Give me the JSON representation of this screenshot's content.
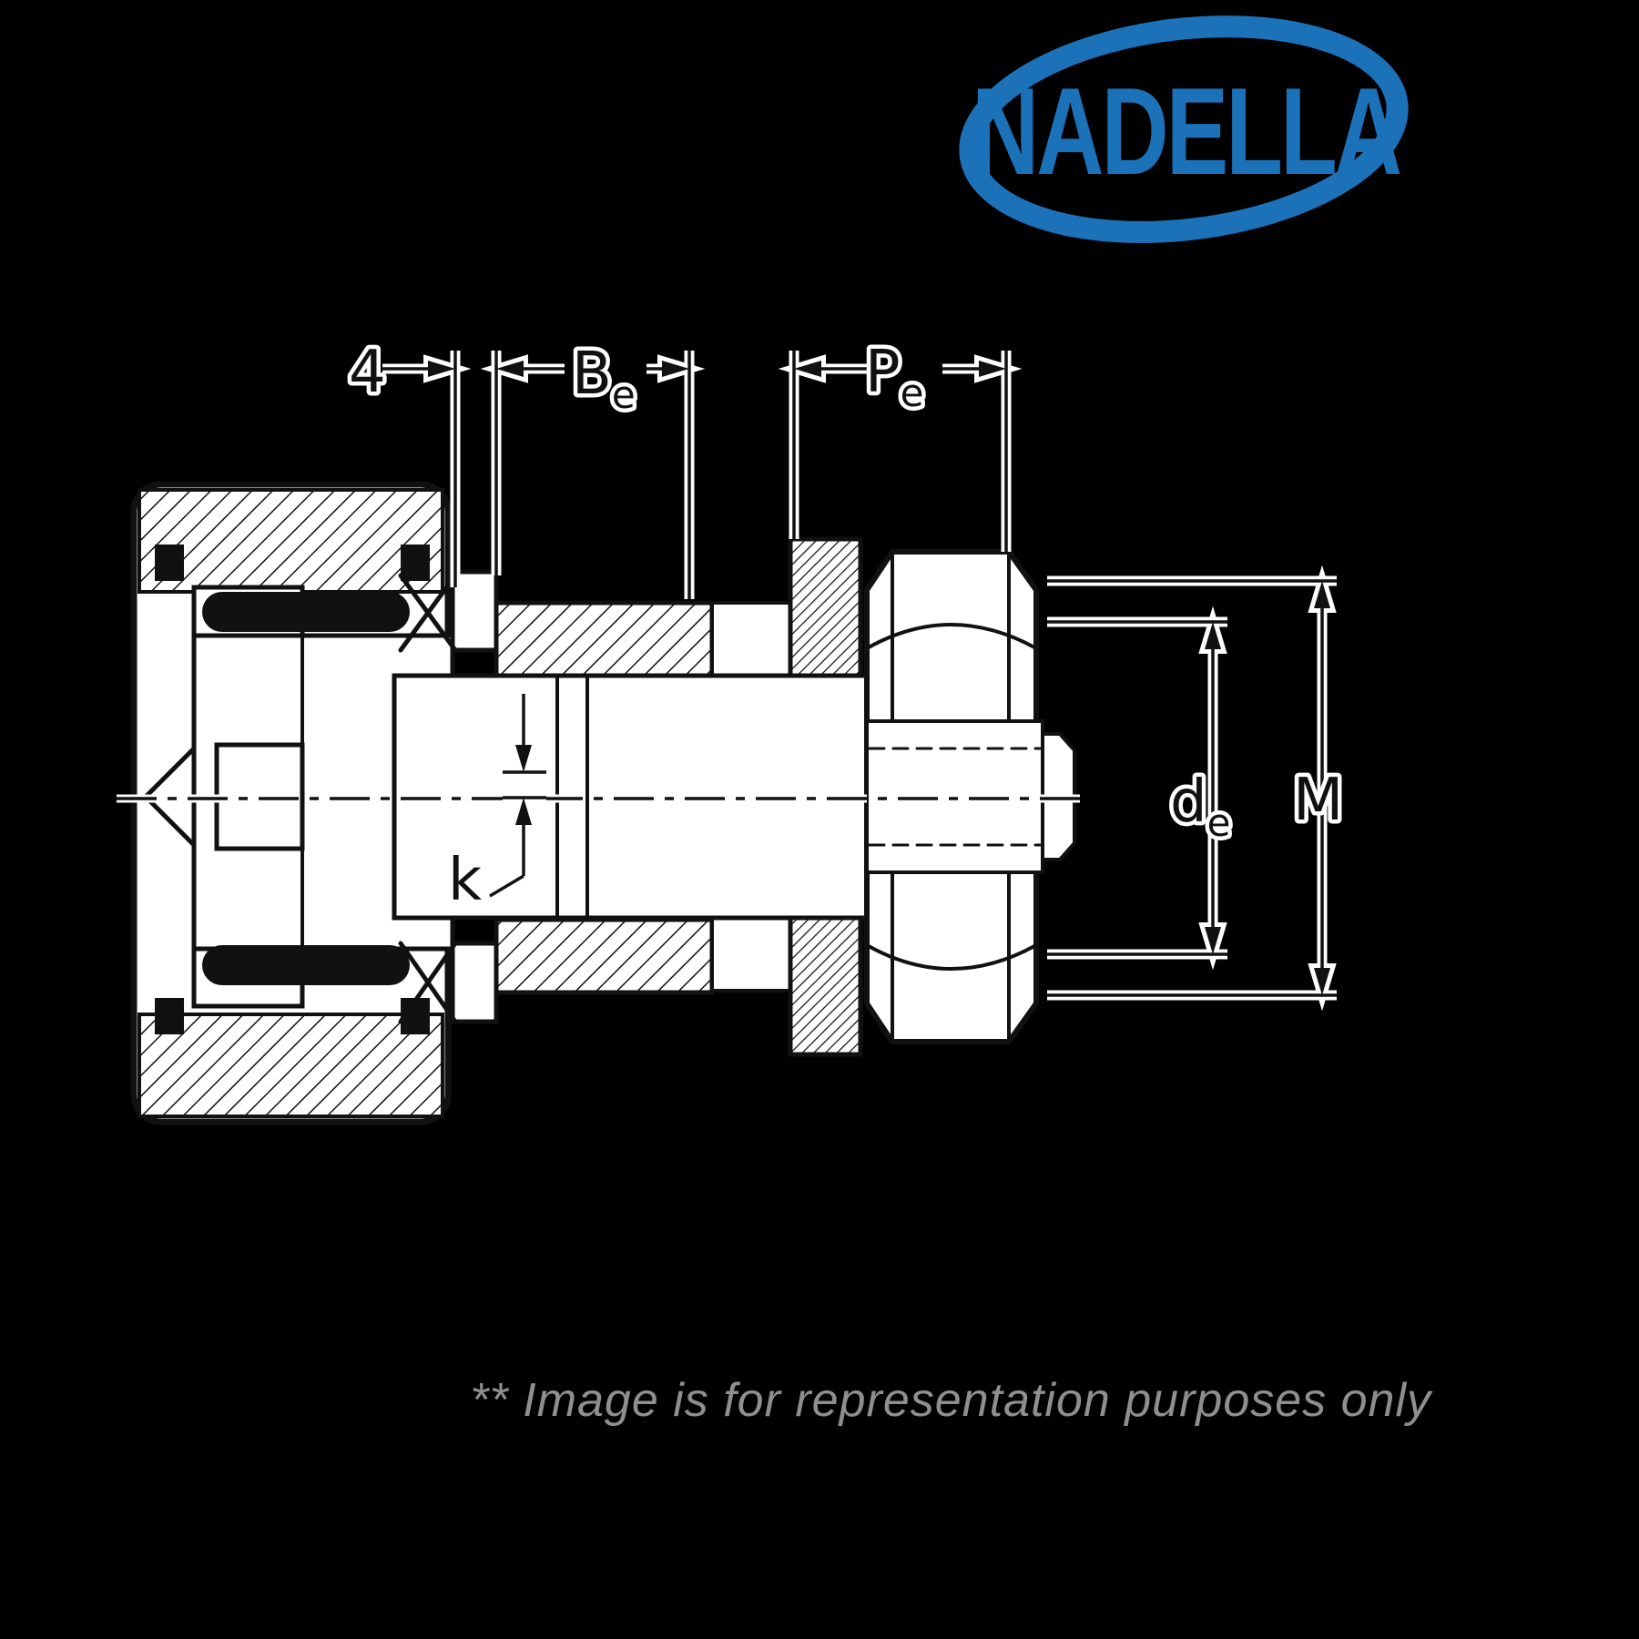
{
  "colors": {
    "background": "#000000",
    "line": "#111111",
    "logo_blue": "#1c72b9",
    "watermark_gray": "#8f8f8f"
  },
  "logo": {
    "text": "NADELLA"
  },
  "watermark": {
    "text": "** Image is for representation purposes only"
  },
  "drawing": {
    "labels": {
      "width_4": "4",
      "be_main": "B",
      "be_sub": "e",
      "pe_main": "P",
      "pe_sub": "e",
      "k": "k",
      "de_main": "d",
      "de_sub": "e",
      "m": "M"
    }
  }
}
